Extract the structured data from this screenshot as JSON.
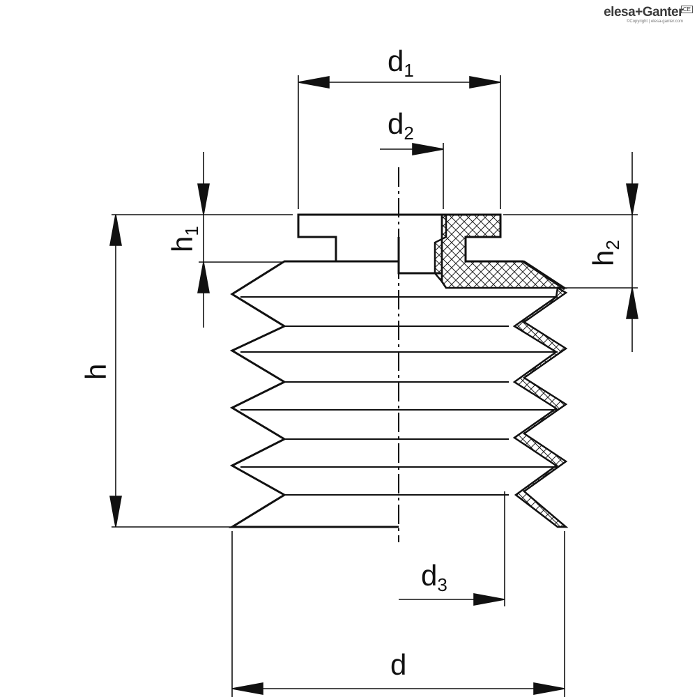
{
  "brand": {
    "name": "elesa+Ganter",
    "copyright": "©Copyright | elesa-ganter.com",
    "mark": "CE"
  },
  "dimensions": {
    "d1": {
      "main": "d",
      "sub": "1"
    },
    "d2": {
      "main": "d",
      "sub": "2"
    },
    "d3": {
      "main": "d",
      "sub": "3"
    },
    "d": {
      "main": "d"
    },
    "h": {
      "main": "h"
    },
    "h1": {
      "main": "h",
      "sub": "1"
    },
    "h2": {
      "main": "h",
      "sub": "2"
    }
  }
}
